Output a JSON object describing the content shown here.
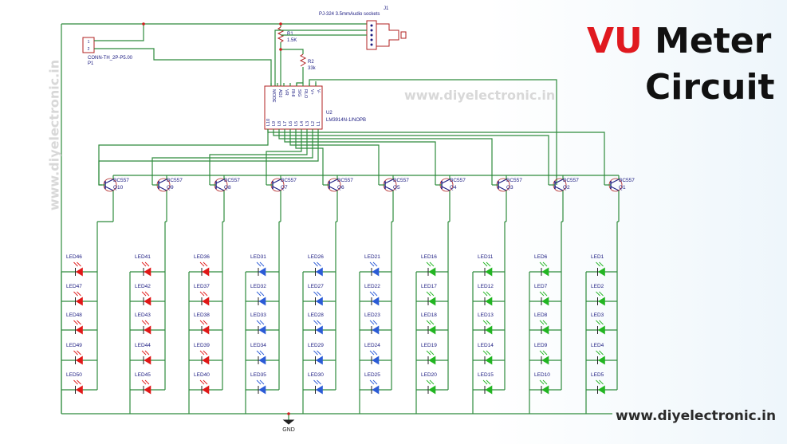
{
  "title": {
    "word1": "VU",
    "word2": "Meter",
    "line2": "Circuit"
  },
  "watermarks": {
    "center": "www.diyelectronic.in",
    "left": "www.diyelectronic.in"
  },
  "site": "www.diyelectronic.in",
  "colors": {
    "title_red": "#e0191f",
    "wire": "#2e8b3c",
    "ink": "#1a1a80",
    "led_red": "#e01818",
    "led_blue": "#2b5bd6",
    "led_green": "#22b522"
  },
  "jack": {
    "ref": "J1",
    "desc": "PJ-324 3.5mmAudio sockets"
  },
  "connector": {
    "desc": "CONN-TH_2P-P5.00",
    "ref": "P1",
    "pins": [
      "1",
      "2"
    ]
  },
  "resistors": [
    {
      "ref": "R1",
      "value": "1.5K"
    },
    {
      "ref": "R2",
      "value": "33k"
    }
  ],
  "ic": {
    "ref": "U2",
    "part": "LM3914N-1/NOPB",
    "top_pins": [
      "MODE",
      "ADJ",
      "VR",
      "RHI",
      "SIG",
      "RLO",
      "V+",
      "V-"
    ],
    "bottom_pins": [
      "L10",
      "L9",
      "L8",
      "L7",
      "L6",
      "L5",
      "L4",
      "L3",
      "L2",
      "L1"
    ]
  },
  "transistors": [
    {
      "type": "BC557",
      "ref": "Q10"
    },
    {
      "type": "BC557",
      "ref": "Q9"
    },
    {
      "type": "BC557",
      "ref": "Q8"
    },
    {
      "type": "BC557",
      "ref": "Q7"
    },
    {
      "type": "BC557",
      "ref": "Q6"
    },
    {
      "type": "BC557",
      "ref": "Q5"
    },
    {
      "type": "BC557",
      "ref": "Q4"
    },
    {
      "type": "BC557",
      "ref": "Q3"
    },
    {
      "type": "BC557",
      "ref": "Q2"
    },
    {
      "type": "BC557",
      "ref": "Q1"
    }
  ],
  "led_columns": [
    {
      "color": "red",
      "labels": [
        "LED46",
        "LED47",
        "LED48",
        "LED49",
        "LED50"
      ]
    },
    {
      "color": "red",
      "labels": [
        "LED41",
        "LED42",
        "LED43",
        "LED44",
        "LED45"
      ]
    },
    {
      "color": "red",
      "labels": [
        "LED36",
        "LED37",
        "LED38",
        "LED39",
        "LED40"
      ]
    },
    {
      "color": "blue",
      "labels": [
        "LED31",
        "LED32",
        "LED33",
        "LED34",
        "LED35"
      ]
    },
    {
      "color": "blue",
      "labels": [
        "LED26",
        "LED27",
        "LED28",
        "LED29",
        "LED30"
      ]
    },
    {
      "color": "blue",
      "labels": [
        "LED21",
        "LED22",
        "LED23",
        "LED24",
        "LED25"
      ]
    },
    {
      "color": "green",
      "labels": [
        "LED16",
        "LED17",
        "LED18",
        "LED19",
        "LED20"
      ]
    },
    {
      "color": "green",
      "labels": [
        "LED11",
        "LED12",
        "LED13",
        "LED14",
        "LED15"
      ]
    },
    {
      "color": "green",
      "labels": [
        "LED6",
        "LED7",
        "LED8",
        "LED9",
        "LED10"
      ]
    },
    {
      "color": "green",
      "labels": [
        "LED1",
        "LED2",
        "LED3",
        "LED4",
        "LED5"
      ]
    }
  ],
  "ground_label": "GND"
}
